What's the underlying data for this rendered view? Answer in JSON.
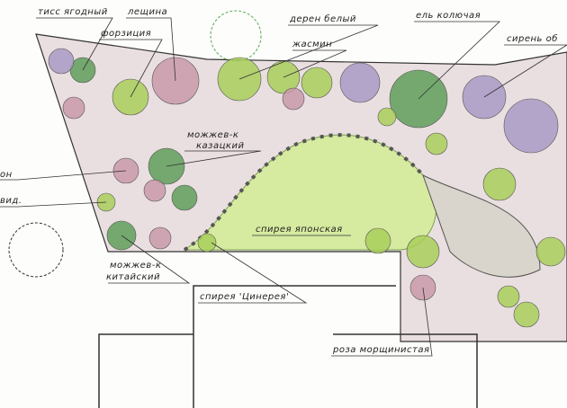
{
  "labels": {
    "taxus": "тисс ягодный",
    "corylus": "лещина",
    "forsythia": "форзиция",
    "cornus": "дерен белый",
    "jasmine": "жасмин",
    "picea": "ель колючая",
    "syringa": "сирень об",
    "juniper_sabina_1": "можжев-к",
    "juniper_sabina_2": "казацкий",
    "spiraea_japonica": "спирея японская",
    "juniper_chinensis_1": "можжев-к",
    "juniper_chinensis_2": "китайский",
    "spiraea_cinerea": "спирея 'Цинерея'",
    "rosa_rugosa": "роза морщинистая",
    "left_cut_1": "он",
    "left_cut_2": "вид."
  },
  "colors": {
    "bed": "#eadfe0",
    "lawn": "#d6eaa0",
    "line": "#333333",
    "conifer": "#5f9f5a",
    "shrub_green": "#a9cf5a",
    "shrub_purple": "#a99bc4",
    "shrub_pink": "#c99aaa"
  }
}
